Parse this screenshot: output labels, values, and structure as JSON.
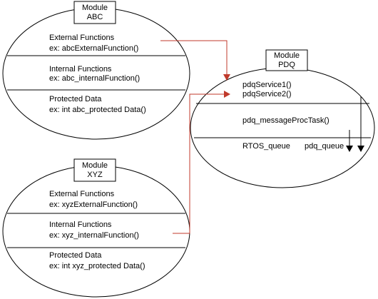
{
  "colors": {
    "outline": "#000000",
    "flow_arrow": "#c0392b",
    "queue_arrow": "#000000",
    "background": "#ffffff"
  },
  "modules": {
    "abc": {
      "title_line1": "Module",
      "title_line2": "ABC",
      "external_heading": "External Functions",
      "external_example": "ex: abcExternalFunction()",
      "internal_heading": "Internal Functions",
      "internal_example": "ex: abc_internalFunction()",
      "protected_heading": "Protected Data",
      "protected_example": "ex: int abc_protected Data()"
    },
    "xyz": {
      "title_line1": "Module",
      "title_line2": "XYZ",
      "external_heading": "External Functions",
      "external_example": "ex: xyzExternalFunction()",
      "internal_heading": "Internal Functions",
      "internal_example": "ex: xyz_internalFunction()",
      "protected_heading": "Protected Data",
      "protected_example": "ex: int xyz_protected Data()"
    },
    "pdq": {
      "title_line1": "Module",
      "title_line2": "PDQ",
      "service1": "pdqService1()",
      "service2": "pdqService2()",
      "task": "pdq_messageProcTask()",
      "rtos_queue": "RTOS_queue",
      "pdq_queue": "pdq_queue"
    }
  }
}
